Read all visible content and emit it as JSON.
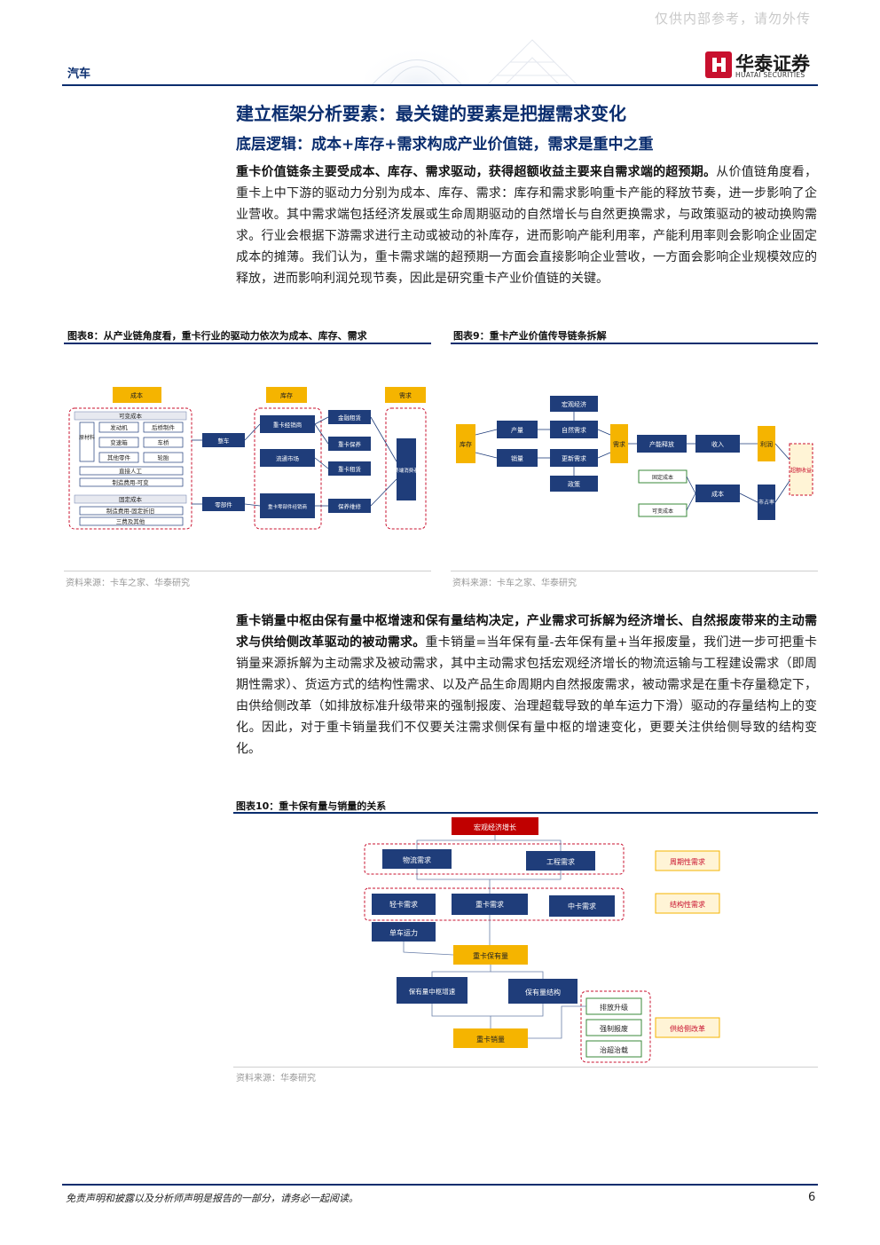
{
  "header": {
    "watermark": "仅供内部参考，请勿外传",
    "sector": "汽车",
    "logo_cn": "华泰证券",
    "logo_en": "HUATAI SECURITIES",
    "brand_color": "#c8102e",
    "accent_color": "#0a2d6e"
  },
  "section": {
    "title": "建立框架分析要素：最关键的要素是把握需求变化",
    "subtitle": "底层逻辑：成本+库存+需求构成产业价值链，需求是重中之重",
    "para1_bold": "重卡价值链条主要受成本、库存、需求驱动，获得超额收益主要来自需求端的超预期。",
    "para1_rest": "从价值链角度看，重卡上中下游的驱动力分别为成本、库存、需求：库存和需求影响重卡产能的释放节奏，进一步影响了企业营收。其中需求端包括经济发展或生命周期驱动的自然增长与自然更换需求，与政策驱动的被动换购需求。行业会根据下游需求进行主动或被动的补库存，进而影响产能利用率，产能利用率则会影响企业固定成本的摊薄。我们认为，重卡需求端的超预期一方面会直接影响企业营收，一方面会影响企业规模效应的释放，进而影响利润兑现节奏，因此是研究重卡产业价值链的关键。",
    "para2_bold": "重卡销量中枢由保有量中枢增速和保有量结构决定，产业需求可拆解为经济增长、自然报废带来的主动需求与供给侧改革驱动的被动需求。",
    "para2_rest": "重卡销量=当年保有量-去年保有量+当年报废量，我们进一步可把重卡销量来源拆解为主动需求及被动需求，其中主动需求包括宏观经济增长的物流运输与工程建设需求（即周期性需求）、货运方式的结构性需求、以及产品生命周期内自然报废需求，被动需求是在重卡存量稳定下，由供给侧改革（如排放标准升级带来的强制报废、治理超载导致的单车运力下滑）驱动的存量结构上的变化。因此，对于重卡销量我们不仅要关注需求侧保有量中枢的增速变化，更要关注供给侧导致的结构变化。"
  },
  "fig8": {
    "title": "图表8：从产业链角度看，重卡行业的驱动力依次为成本、库存、需求",
    "source": "资料来源：卡车之家、华泰研究",
    "hdr_cost": "成本",
    "hdr_stock": "库存",
    "hdr_demand": "需求",
    "var_cost": "可变成本",
    "raw": "原材料",
    "engine": "发动机",
    "ladder": "后桥制件",
    "gearbox": "变速箱",
    "axle": "车桥",
    "other_parts": "其他零件",
    "tire": "轮胎",
    "labor": "直接人工",
    "mfg_var": "制造费用-可变",
    "fixed_cost": "固定成本",
    "mfg_fixed": "制造费用-固定折旧",
    "period": "三费及其他",
    "oem": "整车",
    "dealer": "零部件",
    "distributor": "重卡经销商",
    "channel": "流通市场",
    "aftermarket": "重卡零部件经销商",
    "finance": "金融租赁",
    "used_sale": "重卡保养",
    "rental": "重卡租赁",
    "repair": "保养维修",
    "end_user": "终端消费者"
  },
  "fig9": {
    "title": "图表9：重卡产业价值传导链条拆解",
    "source": "资料来源：卡车之家、华泰研究",
    "macro": "宏观经济",
    "stock": "库存",
    "produce": "产量",
    "sales": "销量",
    "natural": "自然需求",
    "renew": "更新需求",
    "policy": "政策",
    "demand": "需求",
    "capacity": "产能释放",
    "revenue": "收入",
    "profit": "利润",
    "fixed": "固定成本",
    "variable": "可变成本",
    "cost": "成本",
    "share": "市占率",
    "excess": "超额收益"
  },
  "fig10": {
    "title": "图表10：重卡保有量与销量的关系",
    "source": "资料来源：华泰研究",
    "macro": "宏观经济增长",
    "logistics": "物流需求",
    "engineering": "工程需求",
    "cyclical": "周期性需求",
    "light": "轻卡需求",
    "heavy": "重卡需求",
    "medium": "中卡需求",
    "structural": "结构性需求",
    "capacity": "单车运力",
    "holding": "重卡保有量",
    "growth": "保有量中枢增速",
    "structure": "保有量结构",
    "emission": "排放升级",
    "scrap": "强制报废",
    "overload": "治超治载",
    "supply": "供给侧改革",
    "sales": "重卡销量"
  },
  "footer": {
    "disclaimer": "免责声明和披露以及分析师声明是报告的一部分，请务必一起阅读。",
    "page": "6"
  }
}
